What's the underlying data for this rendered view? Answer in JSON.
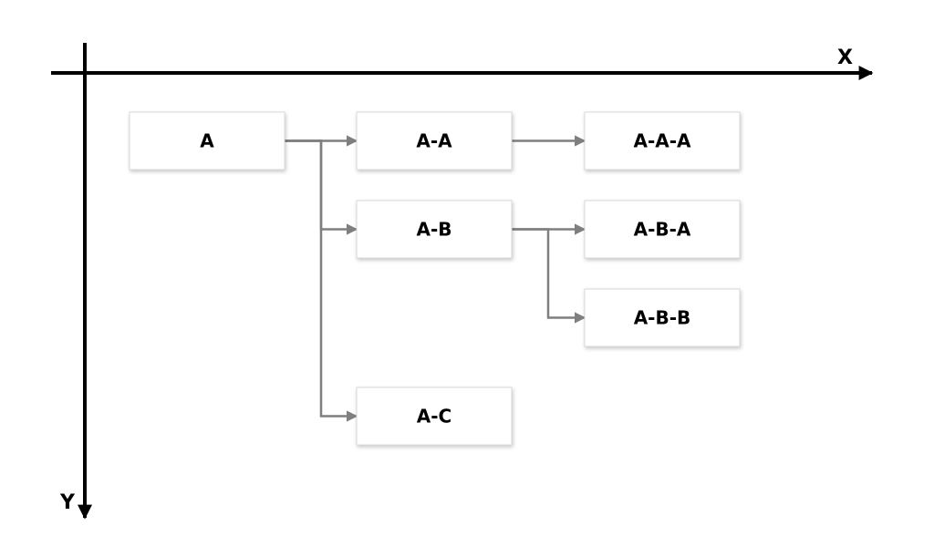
{
  "axes": {
    "x_label": "X",
    "y_label": "Y"
  },
  "colors": {
    "axis": "#000000",
    "connector": "#7f7f7f",
    "node_fill": "#ffffff",
    "node_border": "#d9d9d9",
    "text": "#000000"
  },
  "nodes": [
    {
      "id": "A",
      "label": "A",
      "parent": null
    },
    {
      "id": "A-A",
      "label": "A-A",
      "parent": "A"
    },
    {
      "id": "A-A-A",
      "label": "A-A-A",
      "parent": "A-A"
    },
    {
      "id": "A-B",
      "label": "A-B",
      "parent": "A"
    },
    {
      "id": "A-B-A",
      "label": "A-B-A",
      "parent": "A-B"
    },
    {
      "id": "A-B-B",
      "label": "A-B-B",
      "parent": "A-B"
    },
    {
      "id": "A-C",
      "label": "A-C",
      "parent": "A"
    }
  ]
}
